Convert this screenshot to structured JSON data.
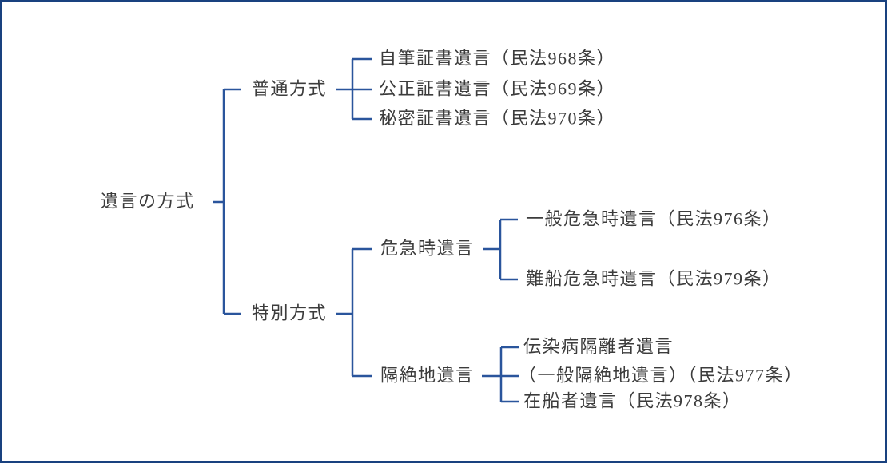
{
  "colors": {
    "border": "#19417f",
    "line": "#2a559c",
    "text": "#3c3c3c"
  },
  "tree": {
    "root": {
      "label": "遺言の方式",
      "children": [
        {
          "label": "普通方式",
          "children": [
            {
              "label": "自筆証書遺言（民法968条）"
            },
            {
              "label": "公正証書遺言（民法969条）"
            },
            {
              "label": "秘密証書遺言（民法970条）"
            }
          ]
        },
        {
          "label": "特別方式",
          "children": [
            {
              "label": "危急時遺言",
              "children": [
                {
                  "label": "一般危急時遺言（民法976条）"
                },
                {
                  "label": "難船危急時遺言（民法979条）"
                }
              ]
            },
            {
              "label": "隔絶地遺言",
              "children": [
                {
                  "label": "伝染病隔離者遺言"
                },
                {
                  "label": "（一般隔絶地遺言）（民法977条）"
                },
                {
                  "label": "在船者遺言（民法978条）"
                }
              ]
            }
          ]
        }
      ]
    }
  }
}
